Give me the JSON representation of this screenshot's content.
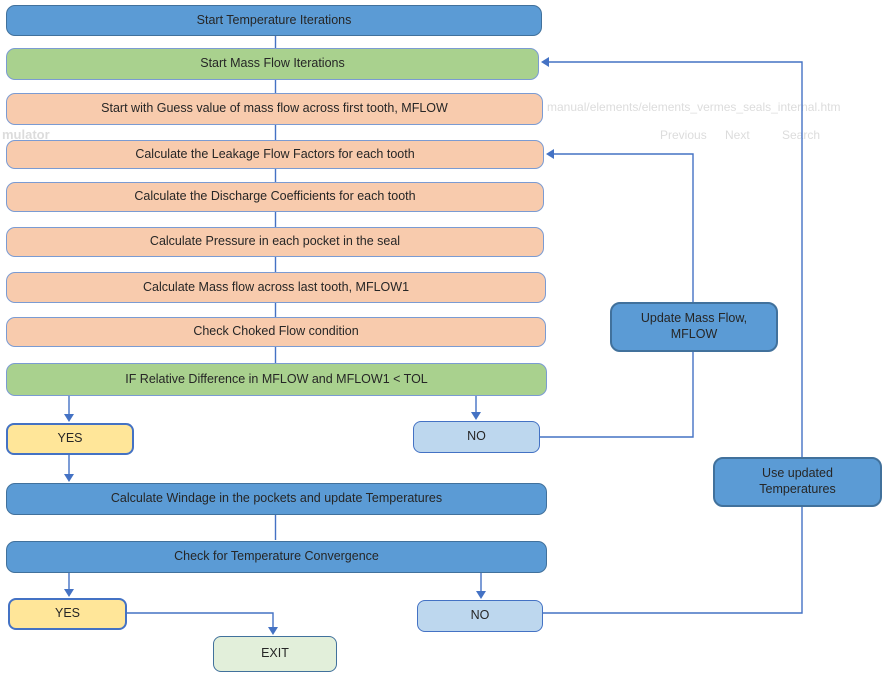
{
  "diagram": {
    "title_hint": "Seal temperature / mass-flow iteration flowchart",
    "nodes": {
      "start_temp": "Start Temperature Iterations",
      "start_mass": "Start Mass Flow Iterations",
      "guess_mflow": "Start with Guess value of mass flow across first tooth, MFLOW",
      "leakage": "Calculate the Leakage Flow Factors for each tooth",
      "discharge": "Calculate the Discharge Coefficients for each tooth",
      "pressure": "Calculate Pressure in each pocket in the seal",
      "mflow1": "Calculate Mass flow across last tooth, MFLOW1",
      "choked": "Check Choked Flow condition",
      "tolerance": "IF Relative Difference in MFLOW and MFLOW1 < TOL",
      "yes1": "YES",
      "no1": "NO",
      "windage": "Calculate Windage in the pockets and update Temperatures",
      "temp_conv": "Check for Temperature Convergence",
      "yes2": "YES",
      "no2": "NO",
      "exit": "EXIT",
      "update_mflow": "Update Mass Flow, MFLOW",
      "use_temps": "Use updated Temperatures"
    },
    "colors": {
      "process_blue": "#5B9BD5",
      "process_blue_border": "#41719C",
      "step_green": "#A9D18E",
      "step_peach": "#F8CBAD",
      "soft_blue_border": "#7B9BD2",
      "decision_yellow": "#FFE699",
      "decision_light_blue": "#BDD7EE",
      "exit_light_green": "#E2EFDA",
      "connector_blue": "#4472C4",
      "text": "#262626"
    },
    "watermarks": {
      "url_fragment": "manual/elements/elements_vermes_seals_internal.htm",
      "left_fragment": "mulator",
      "nav_previous": "Previous",
      "nav_next": "Next",
      "nav_search": "Search"
    }
  }
}
